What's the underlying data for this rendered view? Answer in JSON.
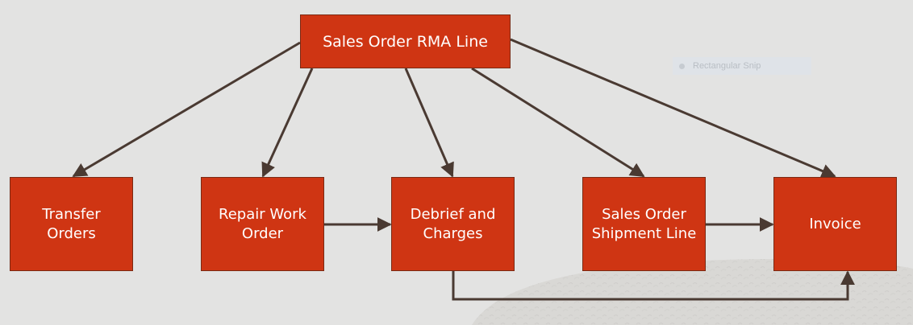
{
  "diagram": {
    "nodes": {
      "root": "Sales Order RMA Line",
      "transfer": "Transfer\nOrders",
      "repair": "Repair Work\nOrder",
      "debrief": "Debrief and\nCharges",
      "shipment": "Sales Order\nShipment Line",
      "invoice": "Invoice"
    },
    "edges": [
      {
        "from": "Sales Order RMA Line",
        "to": "Transfer Orders"
      },
      {
        "from": "Sales Order RMA Line",
        "to": "Repair Work Order"
      },
      {
        "from": "Sales Order RMA Line",
        "to": "Debrief and Charges"
      },
      {
        "from": "Sales Order RMA Line",
        "to": "Sales Order Shipment Line"
      },
      {
        "from": "Sales Order RMA Line",
        "to": "Invoice"
      },
      {
        "from": "Repair Work Order",
        "to": "Debrief and Charges"
      },
      {
        "from": "Sales Order Shipment Line",
        "to": "Invoice"
      },
      {
        "from": "Debrief and Charges",
        "to": "Invoice"
      }
    ],
    "colors": {
      "background": "#e3e3e2",
      "node_fill": "#cf3513",
      "node_text": "#ffffff",
      "edge": "#4a3a32"
    }
  },
  "overlay": {
    "snip_label": "Rectangular Snip",
    "snip_icon": "record-dot-icon"
  }
}
